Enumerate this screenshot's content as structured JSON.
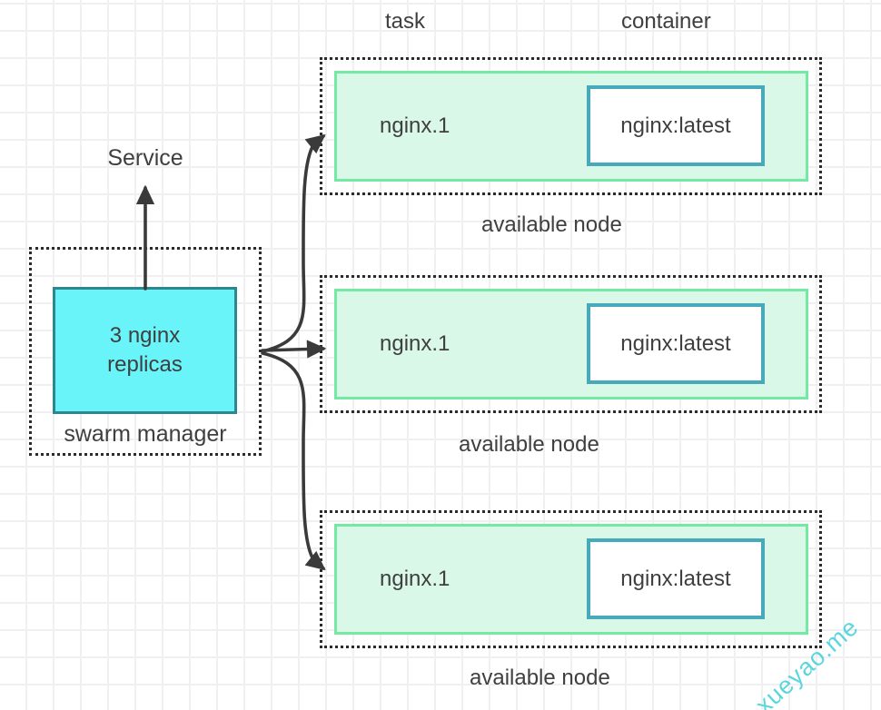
{
  "diagram": {
    "top_labels": {
      "task": "task",
      "container": "container"
    },
    "service_label": "Service",
    "manager": {
      "replicas_label": "3 nginx replicas",
      "caption": "swarm manager"
    },
    "nodes": [
      {
        "task": "nginx.1",
        "container": "nginx:latest",
        "caption": "available node"
      },
      {
        "task": "nginx.1",
        "container": "nginx:latest",
        "caption": "available node"
      },
      {
        "task": "nginx.1",
        "container": "nginx:latest",
        "caption": "available node"
      }
    ],
    "watermark": "xueyao.me"
  },
  "colors": {
    "manager-fill": "#68f4f8",
    "manager-border": "#2f868e",
    "node-fill": "#d9f8e7",
    "node-border": "#74e9a1",
    "container-fill": "#ffffff",
    "container-border": "#46aaba",
    "dotted-border": "#2b2b2b",
    "arrow": "#3a3a3a",
    "text": "#3f3f3f",
    "grid-line": "#f0f0f3",
    "watermark": "#3fd0d8"
  }
}
